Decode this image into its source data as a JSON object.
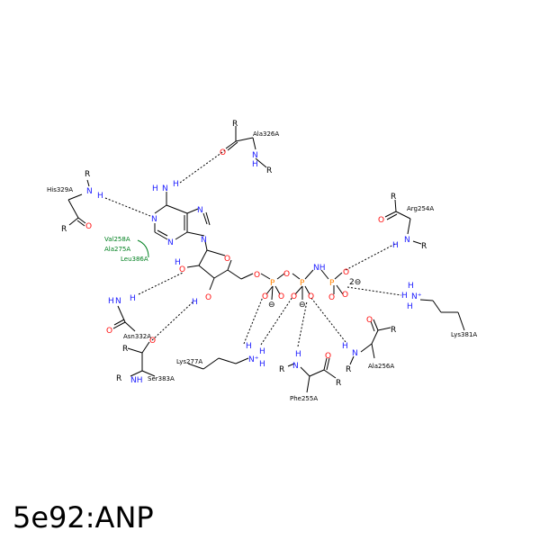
{
  "title": "5e92:ANP",
  "colors": {
    "nitrogen": "#2020ff",
    "oxygen": "#ff0d0d",
    "phosphorus": "#ff8000",
    "carbon": "#000000",
    "hydrophobic": "#008020"
  },
  "residues": {
    "his329": "His329A",
    "ala326": "Ala326A",
    "arg254": "Arg254A",
    "val258": "Val258A",
    "ala275": "Ala275A",
    "leu386": "Leu386A",
    "asn332": "Asn332A",
    "ser383": "Ser383A",
    "lys277": "Lys277A",
    "lys381": "Lys381A",
    "ala256": "Ala256A",
    "phe255": "Phe255A"
  },
  "atoms": {
    "N": "N",
    "O": "O",
    "P": "P",
    "H": "H",
    "R": "R",
    "NH": "NH",
    "Nplus": "N⁺",
    "minus": "⊖",
    "two_minus": "2⊖"
  }
}
